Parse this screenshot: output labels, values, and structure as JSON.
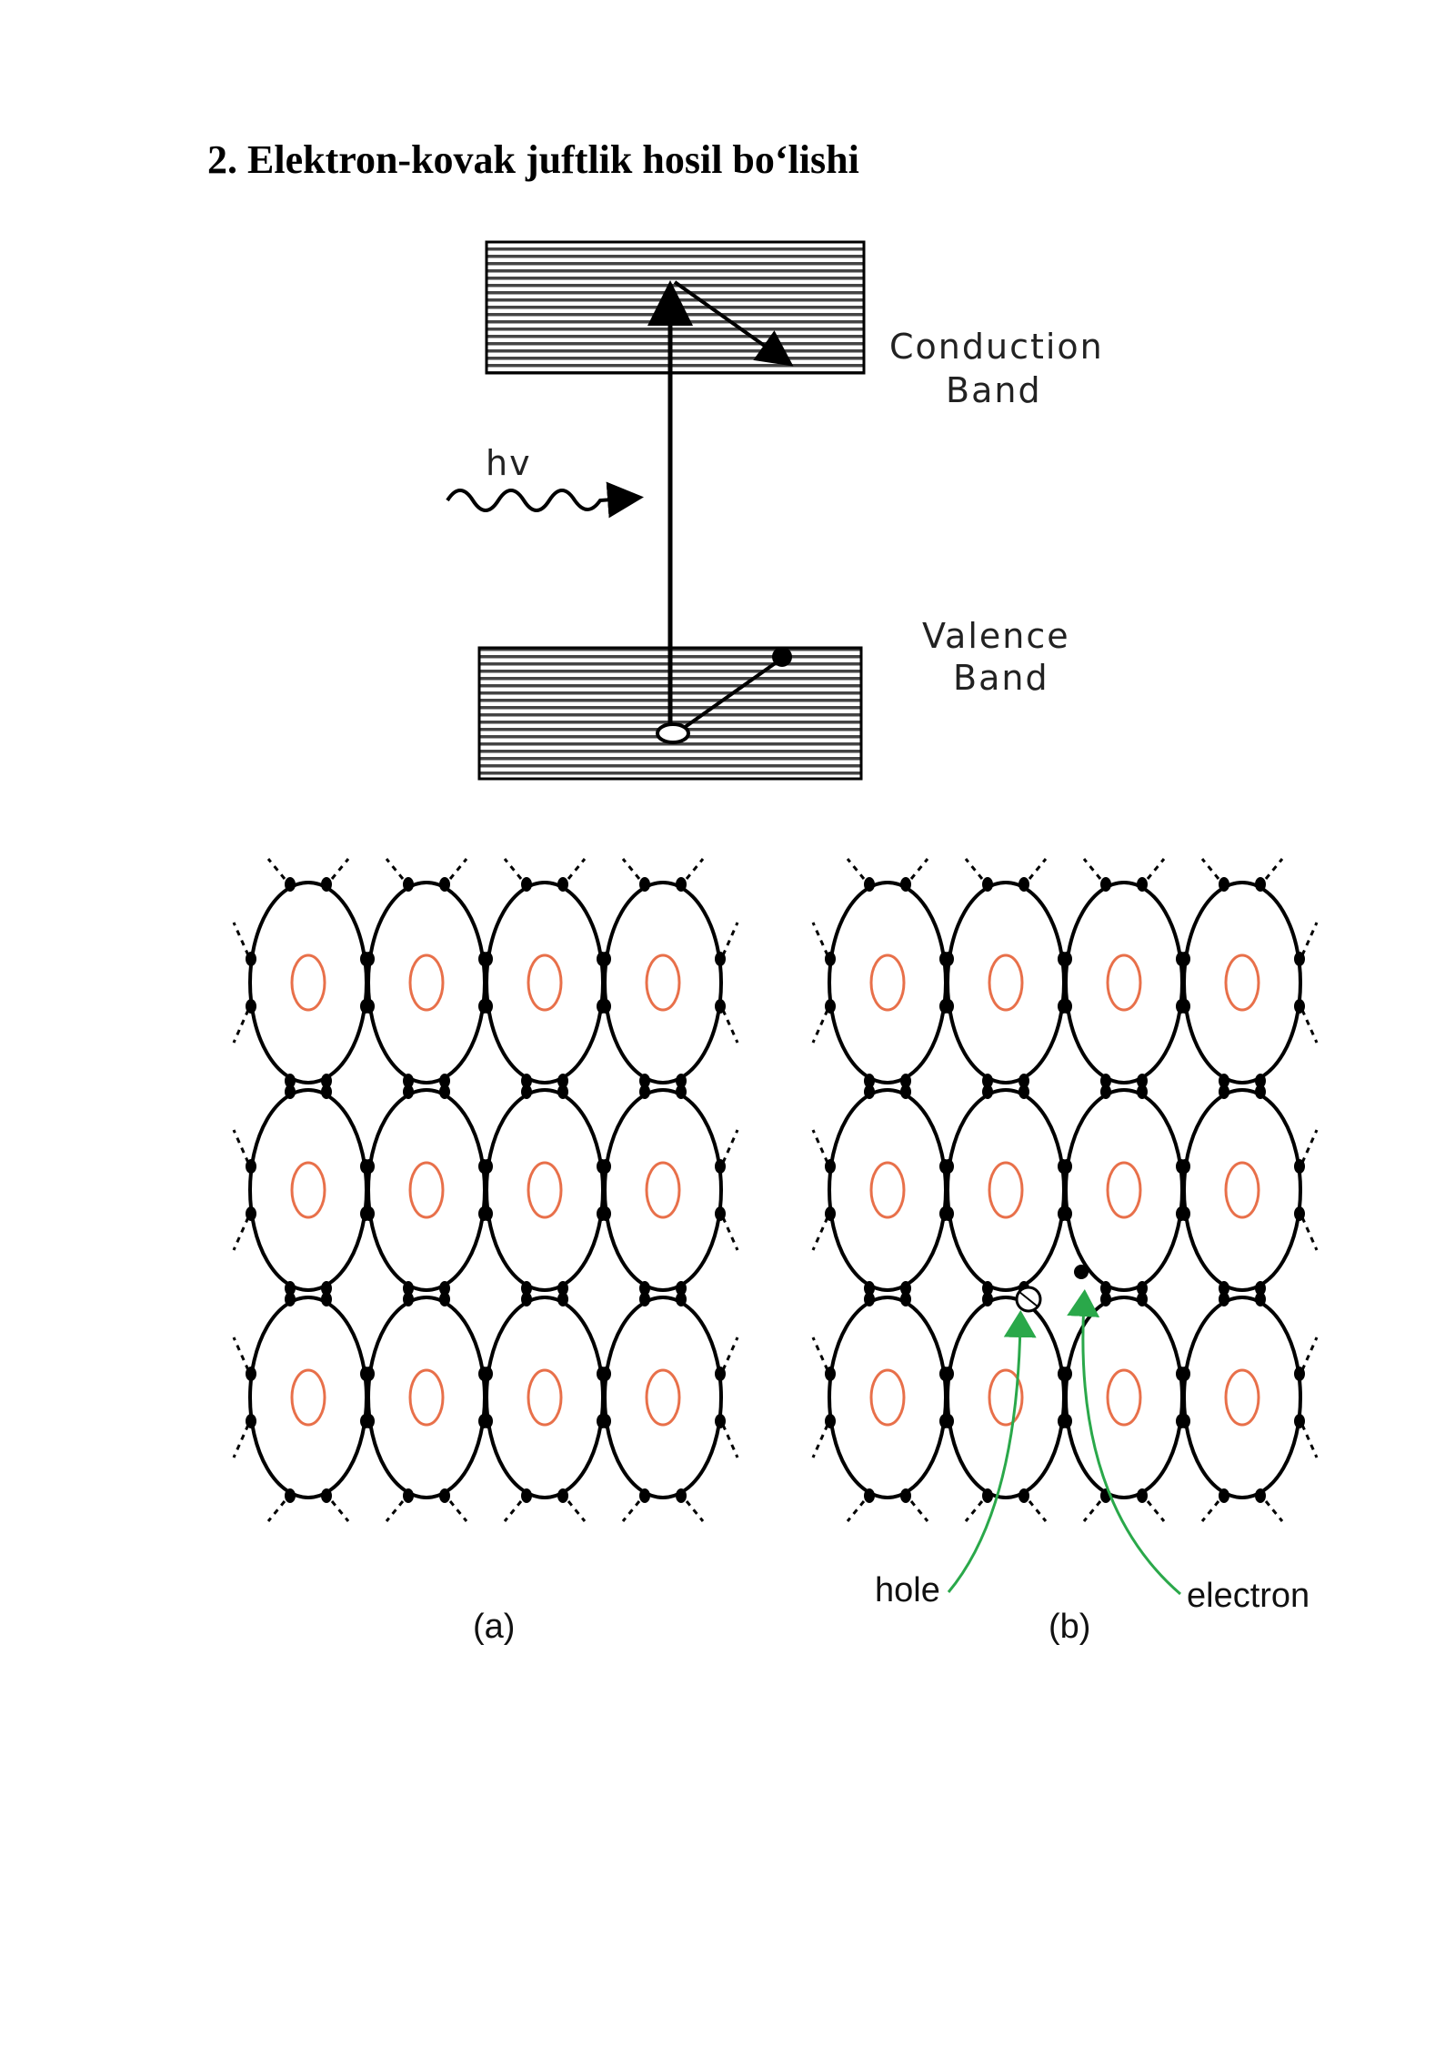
{
  "heading": "2. Elektron-kovak juftlik hosil bo‘lishi",
  "band_diagram": {
    "conduction_label_line1": "Conduction",
    "conduction_label_line2": "Band",
    "valence_label_line1": "Valence",
    "valence_label_line2": "Band",
    "photon_label": "hv"
  },
  "lattice": {
    "left_caption": "(a)",
    "right_caption": "(b)",
    "hole_label": "hole",
    "electron_label": "electron",
    "rows": 3,
    "cols": 4,
    "arrow_color": "#2aa84a",
    "nucleus_color": "#e8704a"
  }
}
